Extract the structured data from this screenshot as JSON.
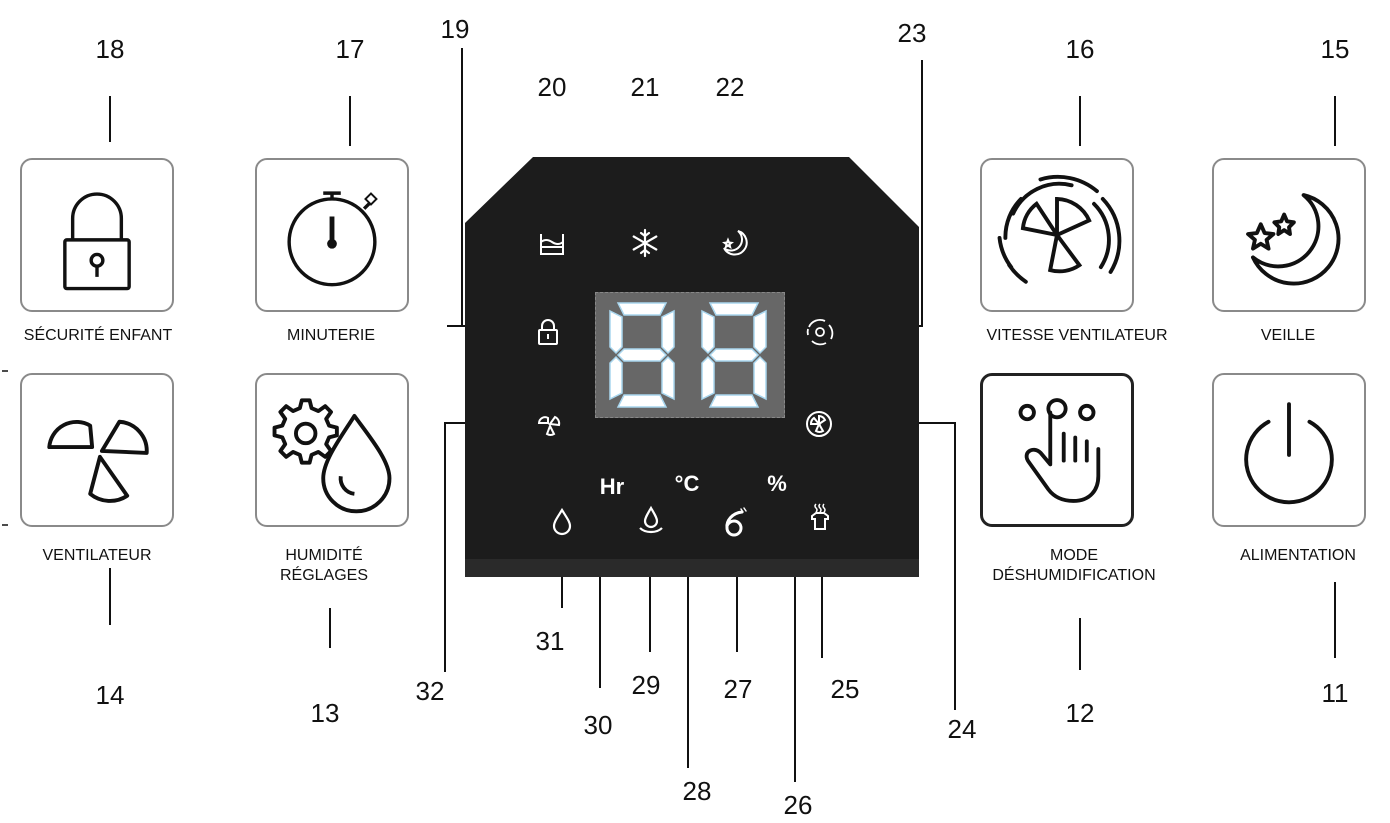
{
  "buttons": {
    "child_lock": {
      "number": "18",
      "label": "SÉCURITÉ ENFANT"
    },
    "timer": {
      "number": "17",
      "label": "MINUTERIE"
    },
    "fan_speed": {
      "number": "16",
      "label": "VITESSE VENTILATEUR"
    },
    "sleep": {
      "number": "15",
      "label": "VEILLE"
    },
    "fan": {
      "number": "14",
      "label": "VENTILATEUR"
    },
    "humidity": {
      "number": "13",
      "label_line1": "HUMIDITÉ",
      "label_line2": "RÉGLAGES"
    },
    "dehumidify_mode": {
      "number": "12",
      "label_line1": "MODE",
      "label_line2": "DÉSHUMIDIFICATION"
    },
    "power": {
      "number": "11",
      "label": "ALIMENTATION"
    }
  },
  "panel": {
    "display_digits": "88",
    "hr_text": "Hr",
    "celsius_text": "°C",
    "percent_text": "%",
    "indicators": {
      "n19": "19",
      "n20": "20",
      "n21": "21",
      "n22": "22",
      "n23": "23",
      "n24": "24",
      "n25": "25",
      "n26": "26",
      "n27": "27",
      "n28": "28",
      "n29": "29",
      "n30": "30",
      "n31": "31",
      "n32": "32"
    }
  },
  "colors": {
    "panel": "#1c1c1c",
    "panel_bottom": "#2a2a2a",
    "display_bg": "#676767",
    "segment": "#ffffff",
    "segment_glow": "#a9d6ee",
    "button_border": "#8a8a8a"
  },
  "icons": {
    "child_lock": "padlock-icon",
    "timer": "stopwatch-icon",
    "fan_speed": "fan-speed-icon",
    "sleep": "moon-stars-icon",
    "fan": "fan-icon",
    "humidity": "gear-droplet-icon",
    "dehumidify_mode": "hand-touch-icon",
    "power": "power-icon"
  }
}
